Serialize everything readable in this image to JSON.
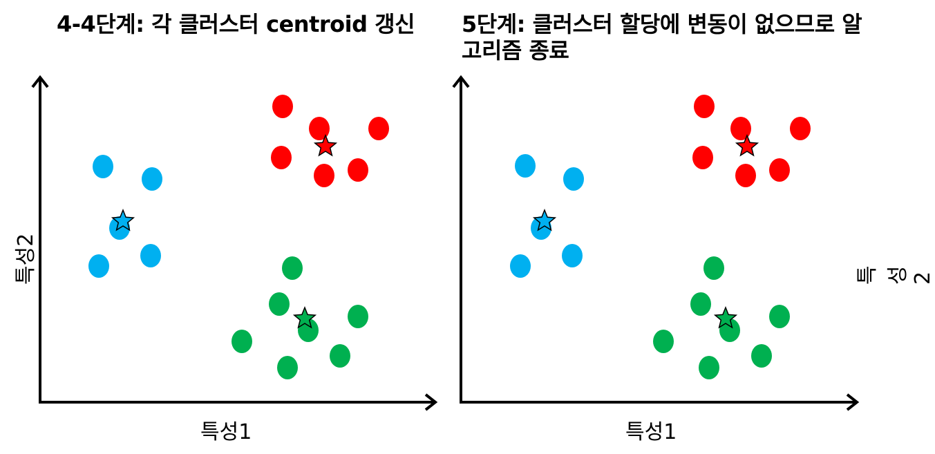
{
  "colors": {
    "blue": "#00b0f0",
    "red": "#ff0000",
    "green": "#00b050",
    "axis": "#000000"
  },
  "panels": [
    {
      "title": "4-4단계: 각 클러스터 centroid 갱신",
      "xlabel": "특성1",
      "ylabel": "특성2",
      "clusters": [
        {
          "color": "blue",
          "points": [
            [
              149,
              241
            ],
            [
              220,
              259
            ],
            [
              173,
              330
            ],
            [
              218,
              370
            ],
            [
              143,
              385
            ]
          ],
          "centroid": [
            178,
            320
          ]
        },
        {
          "color": "red",
          "points": [
            [
              409,
              154
            ],
            [
              462,
              186
            ],
            [
              548,
              186
            ],
            [
              407,
              228
            ],
            [
              469,
              254
            ],
            [
              518,
              246
            ]
          ],
          "centroid": [
            471,
            212
          ]
        },
        {
          "color": "green",
          "points": [
            [
              423,
              388
            ],
            [
              404,
              440
            ],
            [
              446,
              478
            ],
            [
              518,
              458
            ],
            [
              350,
              494
            ],
            [
              492,
              515
            ],
            [
              416,
              532
            ]
          ],
          "centroid": [
            441,
            461
          ]
        }
      ]
    },
    {
      "title": "5단계: 클러스터 할당에 변동이 없으므로 알고리즘 종료",
      "xlabel": "특성1",
      "ylabel": "특성2",
      "clusters": [
        {
          "color": "blue",
          "points": [
            [
              760,
              240
            ],
            [
              830,
              259
            ],
            [
              783,
              330
            ],
            [
              828,
              370
            ],
            [
              753,
              385
            ]
          ],
          "centroid": [
            788,
            320
          ]
        },
        {
          "color": "red",
          "points": [
            [
              1019,
              154
            ],
            [
              1072,
              186
            ],
            [
              1158,
              186
            ],
            [
              1017,
              228
            ],
            [
              1079,
              254
            ],
            [
              1128,
              246
            ]
          ],
          "centroid": [
            1081,
            212
          ]
        },
        {
          "color": "green",
          "points": [
            [
              1033,
              388
            ],
            [
              1014,
              440
            ],
            [
              1056,
              478
            ],
            [
              1128,
              458
            ],
            [
              960,
              494
            ],
            [
              1102,
              515
            ],
            [
              1026,
              532
            ]
          ],
          "centroid": [
            1050,
            461
          ]
        }
      ]
    }
  ]
}
